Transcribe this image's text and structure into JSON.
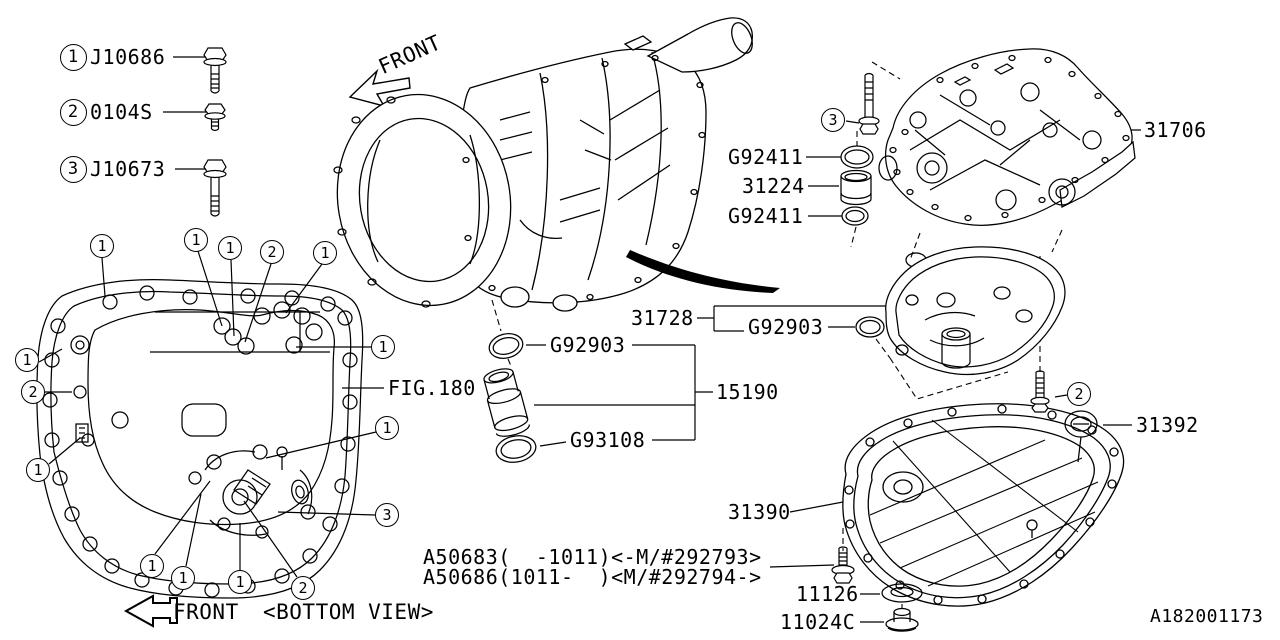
{
  "diagram": {
    "id": "A182001173",
    "front_label_top": "FRONT",
    "front_label_bottom": "FRONT",
    "view_label": "<BOTTOM VIEW>",
    "figure_ref": "FIG.180"
  },
  "legend": {
    "items": [
      {
        "num": "1",
        "code": "J10686"
      },
      {
        "num": "2",
        "code": "0104S"
      },
      {
        "num": "3",
        "code": "J10673"
      }
    ]
  },
  "parts": {
    "valve_body": "31706",
    "oring_upper": "G92411",
    "accumulator": "31224",
    "oring_lower": "G92411",
    "strainer": "31728",
    "strainer_oring": "G92903",
    "pipe_oring_upper": "G92903",
    "pipe_assembly": "15190",
    "pipe_oring_lower": "G93108",
    "oil_pan": "31390",
    "pan_seal": "31392",
    "drain_gasket": "11126",
    "drain_plug": "11024C"
  },
  "callouts": {
    "fig180": [
      "1",
      "1",
      "1",
      "2",
      "1",
      "1",
      "2",
      "1",
      "1",
      "1",
      "1",
      "1",
      "1",
      "2",
      "3"
    ],
    "valve_bolt": "3",
    "pan_bolt": "2"
  },
  "notes": {
    "line1": "A50683(  -1011)<-M/#292793>",
    "line2": "A50686(1011-  )<M/#292794->"
  }
}
